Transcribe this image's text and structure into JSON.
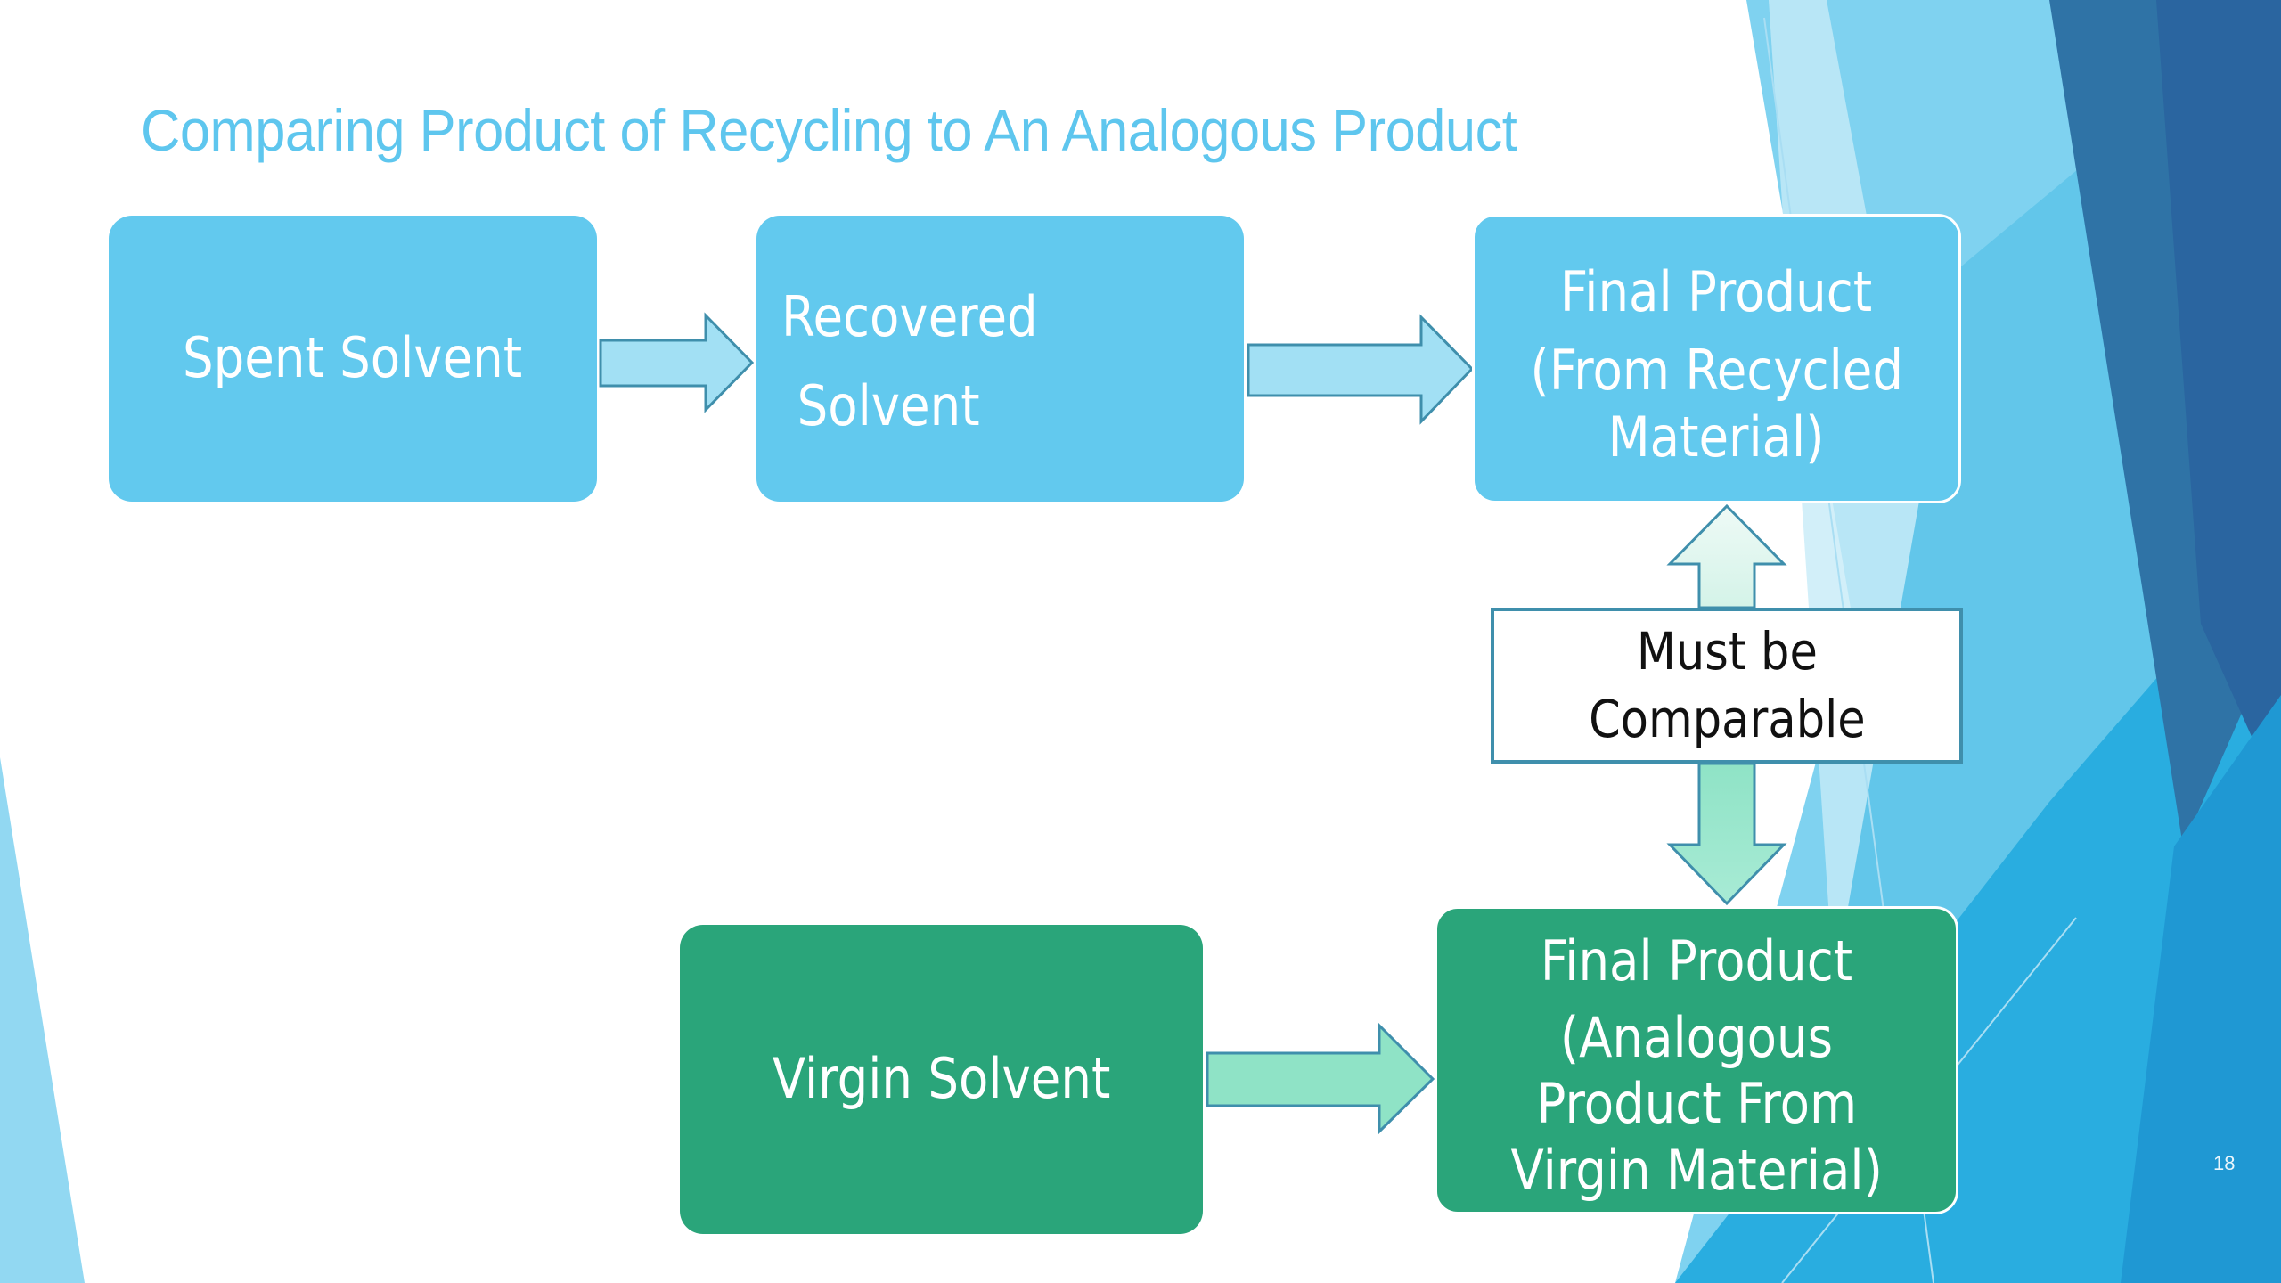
{
  "slide": {
    "title": "Comparing Product of Recycling to An Analogous Product",
    "page_number": "18",
    "colors": {
      "title": "#5ec6ee",
      "blue_box": "#62c9ee",
      "green_box": "#2aa57a",
      "arrow_blue": "#a2e0f4",
      "arrow_green": "#8fe3c6",
      "arrow_outline": "#3f8fac"
    }
  },
  "flow": {
    "spent_solvent": {
      "lines": [
        "Spent Solvent"
      ]
    },
    "recovered_solvent": {
      "lines": [
        "Recovered",
        "Solvent"
      ]
    },
    "final_recycled": {
      "lines": [
        "Final Product",
        "(From Recycled",
        "Material)"
      ]
    },
    "comparison_note": {
      "lines": [
        "Must be",
        "Comparable"
      ]
    },
    "virgin_solvent": {
      "lines": [
        "Virgin Solvent"
      ]
    },
    "final_virgin": {
      "lines": [
        "Final Product",
        "(Analogous",
        "Product From",
        "Virgin Material)"
      ]
    }
  }
}
